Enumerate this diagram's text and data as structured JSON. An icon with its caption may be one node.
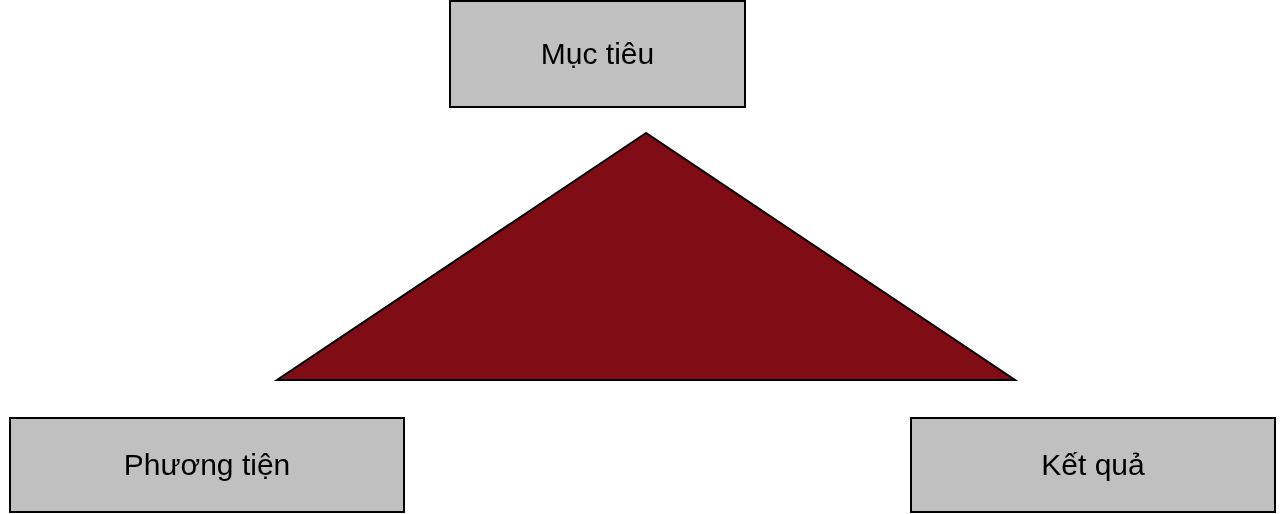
{
  "diagram": {
    "nodes": [
      {
        "text": [
          "Mục tiêu"
        ]
      },
      {
        "text": [
          "Phương tiện"
        ]
      },
      {
        "text": [
          "Kết quả"
        ]
      }
    ]
  }
}
